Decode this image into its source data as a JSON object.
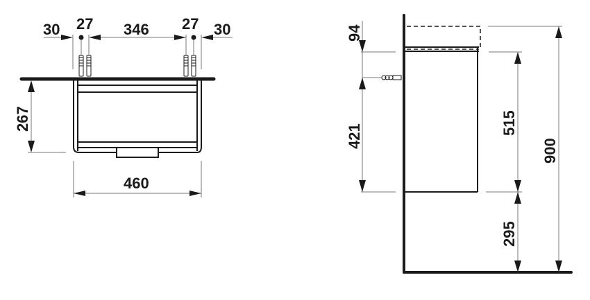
{
  "front_view": {
    "dimensions": {
      "left_margin": "30",
      "left_hole_spacing": "27",
      "center_spacing": "346",
      "right_hole_spacing": "27",
      "right_margin": "30",
      "height": "267",
      "width": "460"
    }
  },
  "side_view": {
    "dimensions": {
      "top_offset": "94",
      "anchor_height": "421",
      "cabinet_height": "515",
      "total_height": "900",
      "floor_clearance": "295"
    }
  },
  "colors": {
    "line": "#1a1a1a",
    "dim_line": "#777777"
  }
}
